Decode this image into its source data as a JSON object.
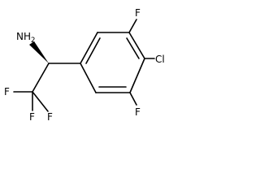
{
  "molecule": {
    "atoms": {
      "amine": {
        "label": "H",
        "subscript": "2",
        "element": "N"
      },
      "fluorine_top_right": {
        "label": "F"
      },
      "chlorine": {
        "label": "Cl"
      },
      "fluorine_bottom_right": {
        "label": "F"
      },
      "fluorine_cf3_left": {
        "label": "F"
      },
      "fluorine_cf3_bottom": {
        "label": "F"
      },
      "fluorine_cf3_right": {
        "label": "F"
      }
    },
    "stereo_bond": "wedge",
    "bond_color": "#000000",
    "background_color": "#ffffff"
  }
}
